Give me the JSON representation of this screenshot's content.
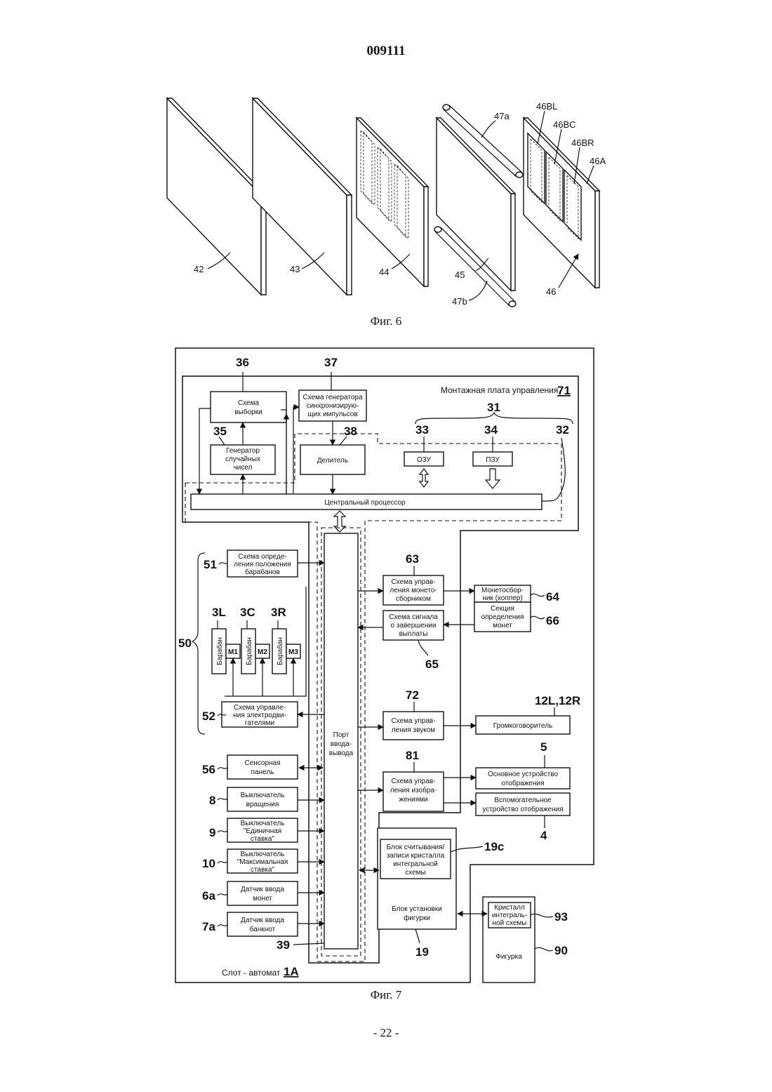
{
  "document": {
    "page_number": "009111",
    "footer": "- 22 -"
  },
  "fig6": {
    "caption": "Фиг. 6",
    "labels": {
      "p42": "42",
      "p43": "43",
      "p44": "44",
      "p45": "45",
      "p46": "46",
      "p47a": "47a",
      "p47b": "47b",
      "p46BL": "46BL",
      "p46BC": "46BC",
      "p46BR": "46BR",
      "p46A": "46A"
    }
  },
  "fig7": {
    "caption": "Фиг. 7",
    "board": {
      "title": "Монтажная плата управления",
      "ref": "71"
    },
    "machine": {
      "title": "Слот - автомат",
      "ref": "1A"
    },
    "refs": {
      "r36": "36",
      "r37": "37",
      "r35": "35",
      "r38": "38",
      "r31": "31",
      "r33": "33",
      "r34": "34",
      "r32": "32",
      "r51": "51",
      "r50": "50",
      "r52": "52",
      "r3L": "3L",
      "r3C": "3C",
      "r3R": "3R",
      "r63": "63",
      "r64": "64",
      "r66": "66",
      "r65": "65",
      "r72": "72",
      "r12": "12L,12R",
      "r81": "81",
      "r5": "5",
      "r4": "4",
      "r19c": "19c",
      "r19": "19",
      "r93": "93",
      "r90": "90",
      "r56": "56",
      "r8": "8",
      "r9": "9",
      "r10": "10",
      "r6a": "6a",
      "r7a": "7a",
      "r39": "39"
    },
    "blocks": {
      "sampling": [
        "Схема",
        "выборки"
      ],
      "sync_gen": [
        "Схема генератора",
        "синхронизирую-",
        "щих импульсов"
      ],
      "rng": [
        "Генератор",
        "случайных",
        "чисел"
      ],
      "divider": [
        "Делитель"
      ],
      "ram": [
        "ОЗУ"
      ],
      "rom": [
        "ПЗУ"
      ],
      "cpu": [
        "Центральный процессор"
      ],
      "reel_pos": [
        "Схема опреде-",
        "ления положения",
        "барабанов"
      ],
      "hopper_ctrl": [
        "Схема управ-",
        "ления монето-",
        "сборником"
      ],
      "hopper": [
        "Монетосбор-",
        "ник (хоппер)"
      ],
      "coin_detect": [
        "Секция",
        "определения",
        "монет"
      ],
      "payout_end": [
        "Схема сигнала",
        "о завершении",
        "выплаты"
      ],
      "reel": "Барабан",
      "m1": "M1",
      "m2": "M2",
      "m3": "M3",
      "motor_ctrl": [
        "Схема управле-",
        "ния электродви-",
        "гателями"
      ],
      "io_port": [
        "Порт",
        "ввода-",
        "вывода"
      ],
      "sound_ctrl": [
        "Схема управ-",
        "ления звуком"
      ],
      "speaker": [
        "Громкоговоритель"
      ],
      "image_ctrl": [
        "Схема управ-",
        "ления изобра-",
        "жениями"
      ],
      "main_display": [
        "Основное устройство",
        "отображения"
      ],
      "aux_display": [
        "Вспомогательное",
        "устройство отображения"
      ],
      "touch": [
        "Сенсорная",
        "панель"
      ],
      "spin": [
        "Выключатель",
        "вращения"
      ],
      "single_bet": [
        "Выключатель",
        "\"Единичная",
        "ставка\""
      ],
      "max_bet": [
        "Выключатель",
        "\"Максимальная",
        "ставка\""
      ],
      "coin_sensor": [
        "Датчик ввода",
        "монет"
      ],
      "bill_sensor": [
        "Датчик ввода",
        "банкнот"
      ],
      "ic_rw": [
        "Блок считывания/",
        "записи кристалла",
        "интегральной",
        "схемы"
      ],
      "figure_mount": [
        "Блок установки",
        "фигурки"
      ],
      "ic_chip": [
        "Кристалл",
        "интеграль-",
        "ной схемы"
      ],
      "figure": [
        "Фигурка"
      ]
    }
  }
}
